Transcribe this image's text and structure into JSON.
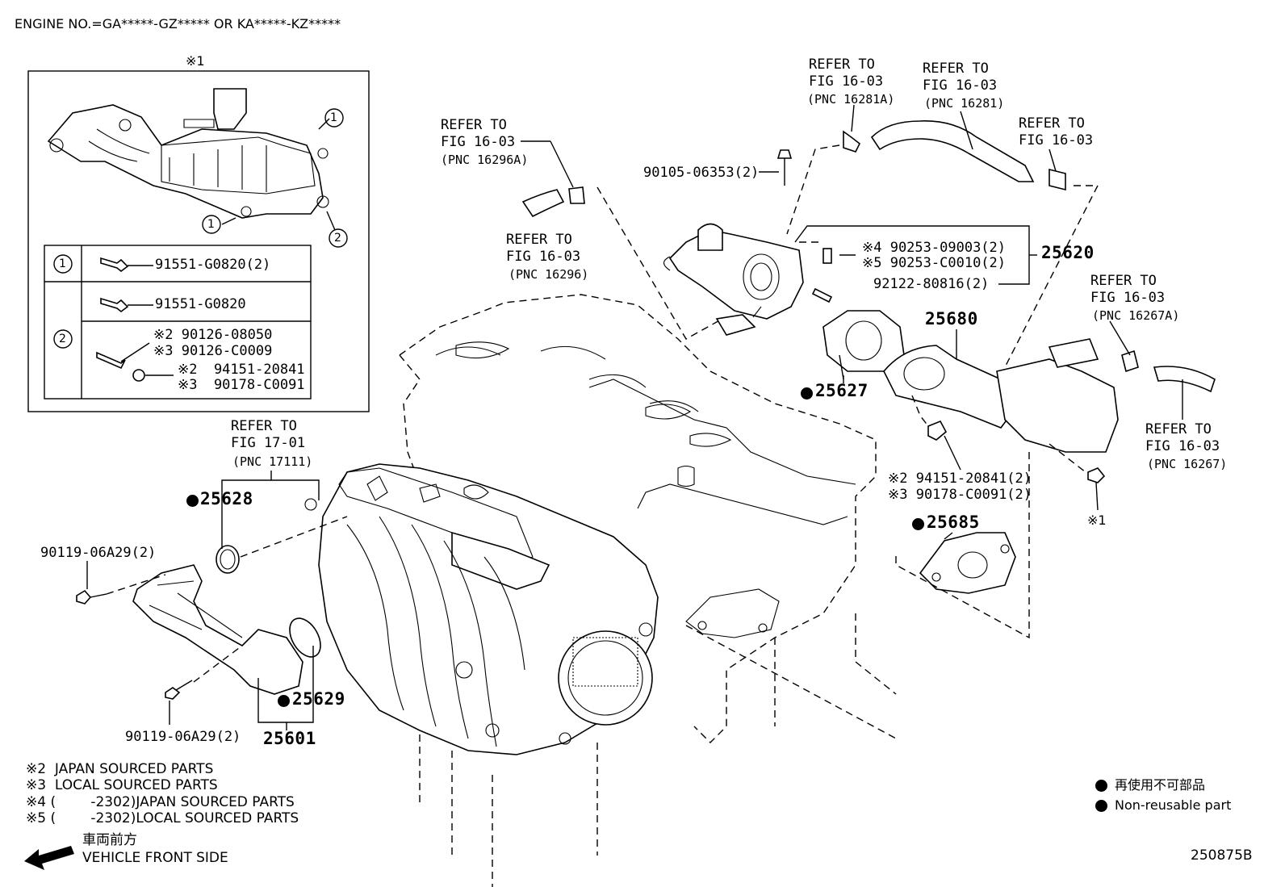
{
  "header": {
    "engine_no": "ENGINE NO.=GA*****-GZ***** OR KA*****-KZ*****"
  },
  "inset": {
    "title": "※1",
    "circle1": "1",
    "circle2": "2",
    "table": {
      "row1_num": "1",
      "row1_part": "91551-G0820(2)",
      "row2_num": "2",
      "row2a_part": "91551-G0820",
      "row2b_line1": "※2 90126-08050",
      "row2b_line2": "※3 90126-C0009",
      "row2c_line1": "※2  94151-20841",
      "row2c_line2": "※3  90178-C0091"
    }
  },
  "refs": {
    "r16296a": {
      "l1": "REFER TO",
      "l2": "FIG 16-03",
      "l3": "(PNC 16296A)"
    },
    "r16296": {
      "l1": "REFER TO",
      "l2": "FIG 16-03",
      "l3": "(PNC 16296)"
    },
    "r16281a": {
      "l1": "REFER TO",
      "l2": "FIG 16-03",
      "l3": "(PNC 16281A)"
    },
    "r16281": {
      "l1": "REFER TO",
      "l2": "FIG 16-03",
      "l3": "(PNC 16281)"
    },
    "r1603": {
      "l1": "REFER TO",
      "l2": "FIG 16-03"
    },
    "r16267a": {
      "l1": "REFER TO",
      "l2": "FIG 16-03",
      "l3": "(PNC 16267A)"
    },
    "r16267": {
      "l1": "REFER TO",
      "l2": "FIG 16-03",
      "l3": "(PNC 16267)"
    },
    "r17111": {
      "l1": "REFER TO",
      "l2": "FIG 17-01",
      "l3": "(PNC 17111)"
    }
  },
  "parts": {
    "p90105": "90105-06353(2)",
    "p90253a": "※4 90253-09003(2)",
    "p90253b": "※5 90253-C0010(2)",
    "p92122": "92122-80816(2)",
    "p25620": "25620",
    "p25680": "25680",
    "p25627": "25627",
    "p94151": "※2 94151-20841(2)",
    "p90178": "※3 90178-C0091(2)",
    "p_star1": "※1",
    "p25685": "25685",
    "p25628": "25628",
    "p90119a": "90119-06A29(2)",
    "p90119b": "90119-06A29(2)",
    "p25629": "25629",
    "p25601": "25601"
  },
  "notes": {
    "n2": "※2  JAPAN SOURCED PARTS",
    "n3": "※3  LOCAL SOURCED PARTS",
    "n4": "※4 (        -2302)JAPAN SOURCED PARTS",
    "n5": "※5 (        -2302)LOCAL SOURCED PARTS",
    "front_jp": "車両前方",
    "front_en": "VEHICLE FRONT SIDE"
  },
  "legend": {
    "jp": "再使用不可部品",
    "en": "Non-reusable part"
  },
  "diagram_id": "250875B"
}
